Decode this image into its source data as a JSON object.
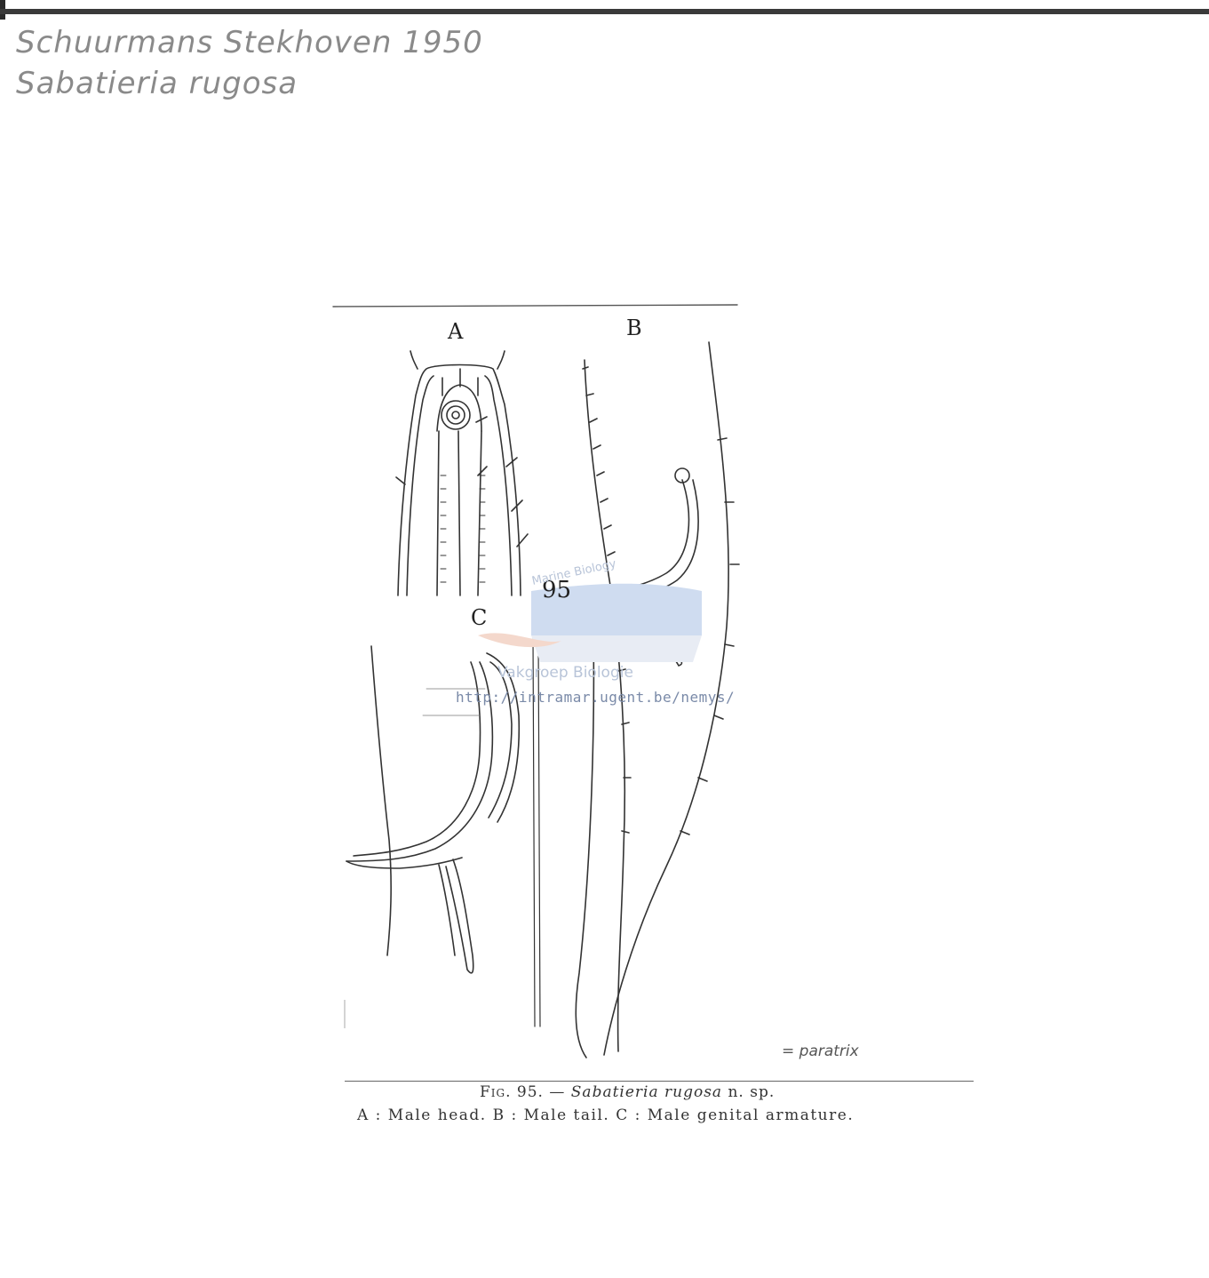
{
  "annotation": {
    "line1": "Schuurmans Stekhoven 1950",
    "line2": "Sabatieria rugosa"
  },
  "figure": {
    "panel_a_label": "A",
    "panel_b_label": "B",
    "panel_c_label": "C",
    "figure_number": "95",
    "pencil_note": "= paratrix"
  },
  "watermark": {
    "top_text": "Marine Biology",
    "group_text": "Vakgroep Biologie",
    "url": "http://intramar.ugent.be/nemys/"
  },
  "caption": {
    "fig_label": "Fig. 95.",
    "dash": " — ",
    "species": "Sabatieria rugosa",
    "status": " n. sp.",
    "line2": "A : Male head.  B : Male tail.  C : Male genital armature."
  }
}
